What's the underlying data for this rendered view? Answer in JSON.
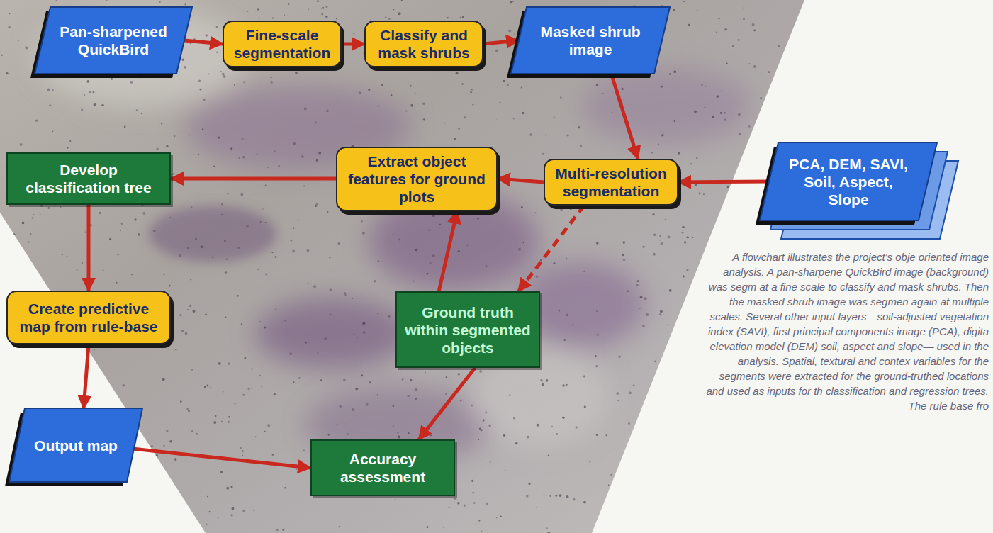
{
  "diagram": {
    "caption": "A flowchart illustrates the project's obje oriented image analysis. A pan-sharpene QuickBird image (background) was segm at a fine scale to classify and mask shrubs. Then the masked shrub image was segmen again at multiple scales. Several other input layers—soil-adjusted vegetation index (SAVI), first principal components image (PCA), digita elevation model (DEM) soil, aspect and slope— used in the analysis. Spatial, textural and contex variables for the segments were extracted for the ground-truthed locations and used as inputs for th classification and regression trees. The rule base fro",
    "nodes": [
      {
        "text": [
          "Pan-sharpened QuickBird"
        ]
      },
      {
        "text": [
          "Fine-scale segmentation"
        ]
      },
      {
        "text": [
          "Classify and mask shrubs"
        ]
      },
      {
        "text": [
          "Masked shrub image"
        ]
      },
      {
        "text": [
          "Develop classification tree"
        ]
      },
      {
        "text": [
          "Extract object features for ground plots"
        ]
      },
      {
        "text": [
          "Multi-resolution segmentation"
        ]
      },
      {
        "text": [
          "PCA, DEM, SAVI, Soil, Aspect, Slope"
        ]
      },
      {
        "text": [
          "Create predictive map from rule-base"
        ]
      },
      {
        "text": [
          "Ground truth within segmented objects"
        ]
      },
      {
        "text": [
          "Output map"
        ]
      },
      {
        "text": [
          "Accuracy assessment"
        ]
      }
    ],
    "edges": [
      {
        "from": 0,
        "to": 1,
        "arrow": "to"
      },
      {
        "from": 1,
        "to": 2,
        "arrow": "to"
      },
      {
        "from": 2,
        "to": 3,
        "arrow": "to"
      },
      {
        "from": 3,
        "to": 6,
        "arrow": "to"
      },
      {
        "from": 7,
        "to": 6,
        "arrow": "to"
      },
      {
        "from": 6,
        "to": 5,
        "arrow": "to"
      },
      {
        "from": 5,
        "to": 4,
        "arrow": "to"
      },
      {
        "from": 4,
        "to": 8,
        "arrow": "to"
      },
      {
        "from": 9,
        "to": 5,
        "arrow": "to"
      },
      {
        "from": 6,
        "to": 9,
        "arrow": "to"
      },
      {
        "from": 9,
        "to": 11,
        "arrow": "to"
      },
      {
        "from": 8,
        "to": 10,
        "arrow": "to"
      },
      {
        "from": 10,
        "to": 11,
        "arrow": "to"
      }
    ]
  }
}
